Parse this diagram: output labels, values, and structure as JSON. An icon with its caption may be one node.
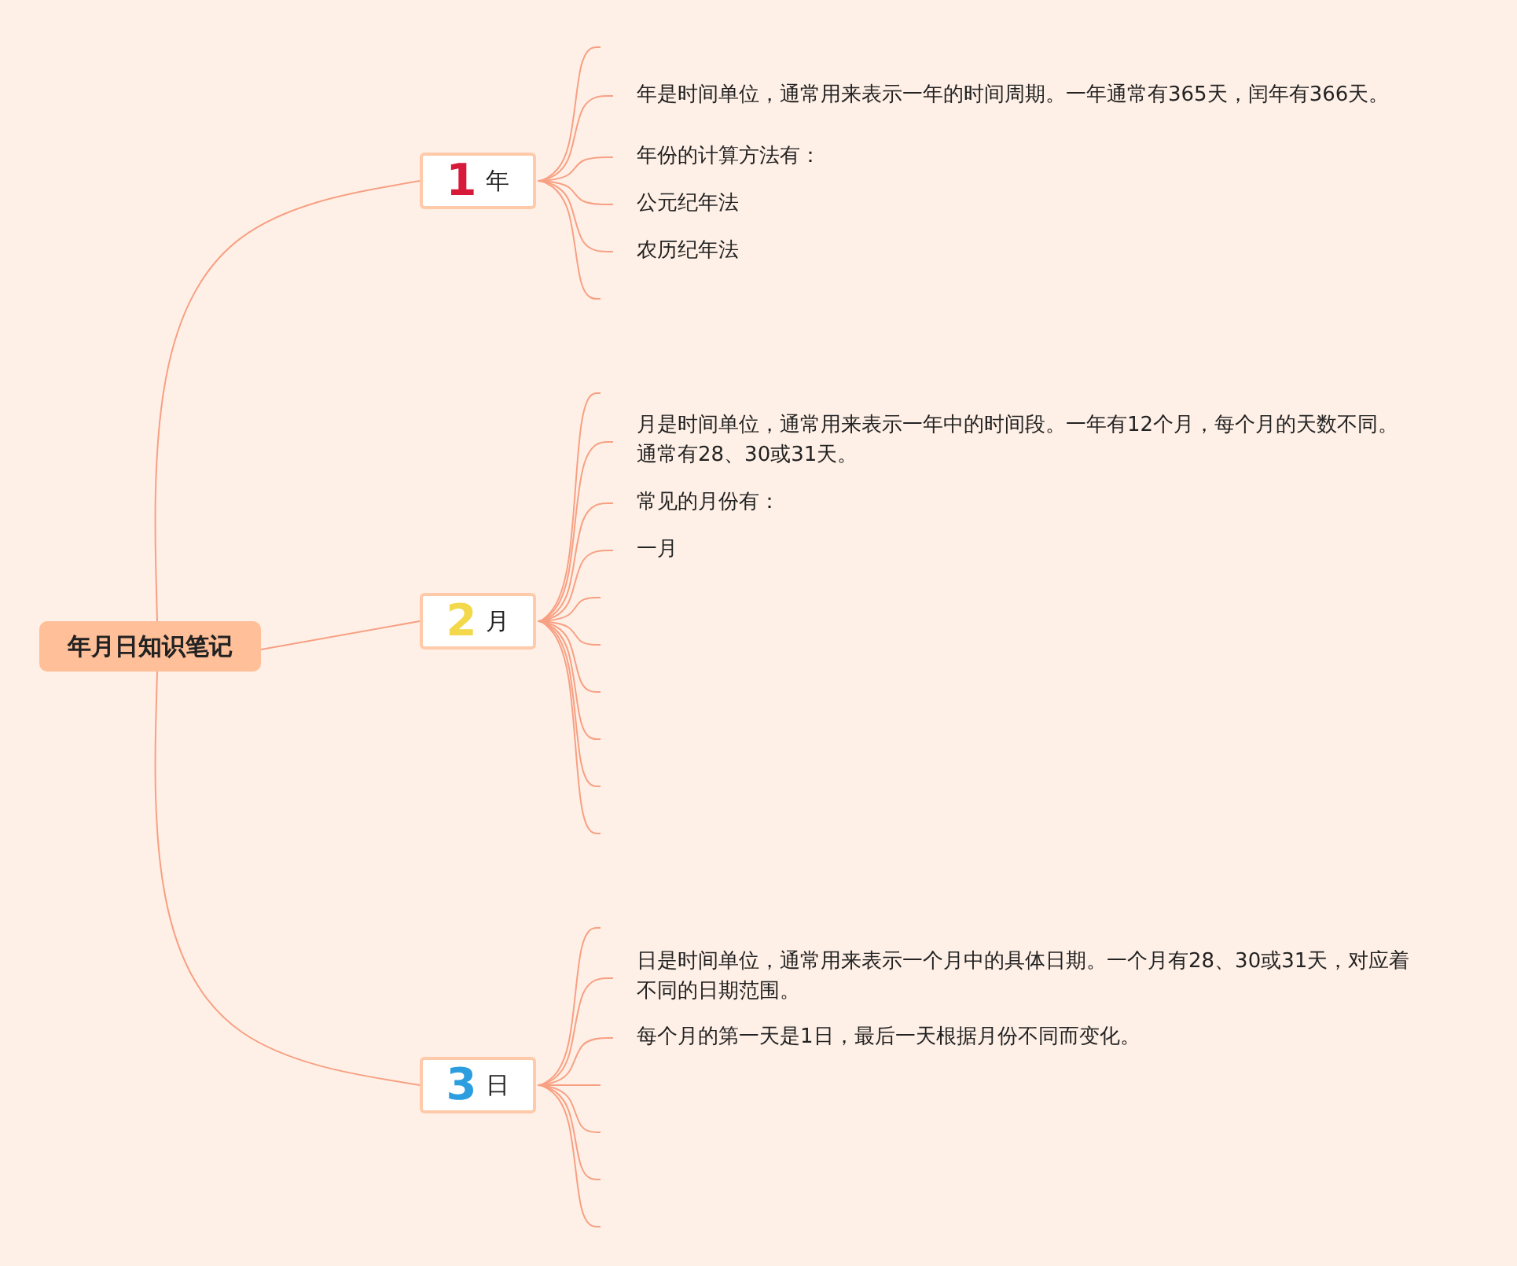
{
  "diagram": {
    "nodes": [
      {
        "text": [
          "年月日知识笔记"
        ]
      },
      {
        "text": [
          "1",
          "年"
        ]
      },
      {
        "text": [
          "年是时间单位，通常用来表示一年的时间周期。一年通常有365天，闰年有366天。"
        ]
      },
      {
        "text": [
          "年份的计算方法有："
        ]
      },
      {
        "text": [
          "公元纪年法"
        ]
      },
      {
        "text": [
          "农历纪年法"
        ]
      },
      {
        "text": [
          "2",
          "月"
        ]
      },
      {
        "text": [
          "月是时间单位，通常用来表示一年中的时间段。一年有12个月，每个月的天数不同。通常有28、30或31天。"
        ]
      },
      {
        "text": [
          "常见的月份有："
        ]
      },
      {
        "text": [
          "一月"
        ]
      },
      {
        "text": [
          "3",
          "日"
        ]
      },
      {
        "text": [
          "日是时间单位，通常用来表示一个月中的具体日期。一个月有28、30或31天，对应着不同的日期范围。"
        ]
      },
      {
        "text": [
          "每个月的第一天是1日，最后一天根据月份不同而变化。"
        ]
      }
    ],
    "edges": [
      {
        "from": 0,
        "to": 1,
        "arrow": "none"
      },
      {
        "from": 0,
        "to": 6,
        "arrow": "none"
      },
      {
        "from": 0,
        "to": 10,
        "arrow": "none"
      },
      {
        "from": 1,
        "to": null,
        "arrow": "none"
      },
      {
        "from": 1,
        "to": 2,
        "arrow": "none"
      },
      {
        "from": 1,
        "to": 3,
        "arrow": "none"
      },
      {
        "from": 1,
        "to": 4,
        "arrow": "none"
      },
      {
        "from": 1,
        "to": 5,
        "arrow": "none"
      },
      {
        "from": 1,
        "to": null,
        "arrow": "none"
      },
      {
        "from": 6,
        "to": null,
        "arrow": "none"
      },
      {
        "from": 6,
        "to": 7,
        "arrow": "none"
      },
      {
        "from": 6,
        "to": 8,
        "arrow": "none"
      },
      {
        "from": 6,
        "to": 9,
        "arrow": "none"
      },
      {
        "from": 6,
        "to": null,
        "arrow": "none"
      },
      {
        "from": 6,
        "to": null,
        "arrow": "none"
      },
      {
        "from": 6,
        "to": null,
        "arrow": "none"
      },
      {
        "from": 6,
        "to": null,
        "arrow": "none"
      },
      {
        "from": 6,
        "to": null,
        "arrow": "none"
      },
      {
        "from": 6,
        "to": null,
        "arrow": "none"
      },
      {
        "from": 10,
        "to": null,
        "arrow": "none"
      },
      {
        "from": 10,
        "to": 11,
        "arrow": "none"
      },
      {
        "from": 10,
        "to": 12,
        "arrow": "none"
      },
      {
        "from": 10,
        "to": null,
        "arrow": "none"
      },
      {
        "from": 10,
        "to": null,
        "arrow": "none"
      },
      {
        "from": 10,
        "to": null,
        "arrow": "none"
      },
      {
        "from": 10,
        "to": null,
        "arrow": "none"
      }
    ]
  }
}
